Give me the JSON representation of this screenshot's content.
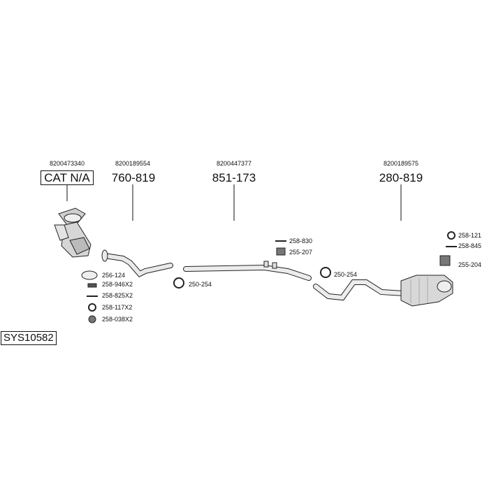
{
  "system_id": "SYS10582",
  "assemblies": [
    {
      "oem": "8200473340",
      "part": "CAT N/A"
    },
    {
      "oem": "8200189554",
      "part": "760-819"
    },
    {
      "oem": "8200447377",
      "part": "851-173"
    },
    {
      "oem": "8200189575",
      "part": "280-819"
    }
  ],
  "fittings": {
    "gasket_front": "256-124",
    "stud_front": "258-946X2",
    "bolt_front": "258-825X2",
    "ring_front": "258-117X2",
    "nut_front": "258-038X2",
    "clamp_1": "250-254",
    "bolt_mid": "258-830",
    "mount_mid": "255-207",
    "clamp_2": "250-254",
    "ring_rear": "258-121",
    "bolt_rear": "258-845",
    "mount_rear": "255-204"
  }
}
